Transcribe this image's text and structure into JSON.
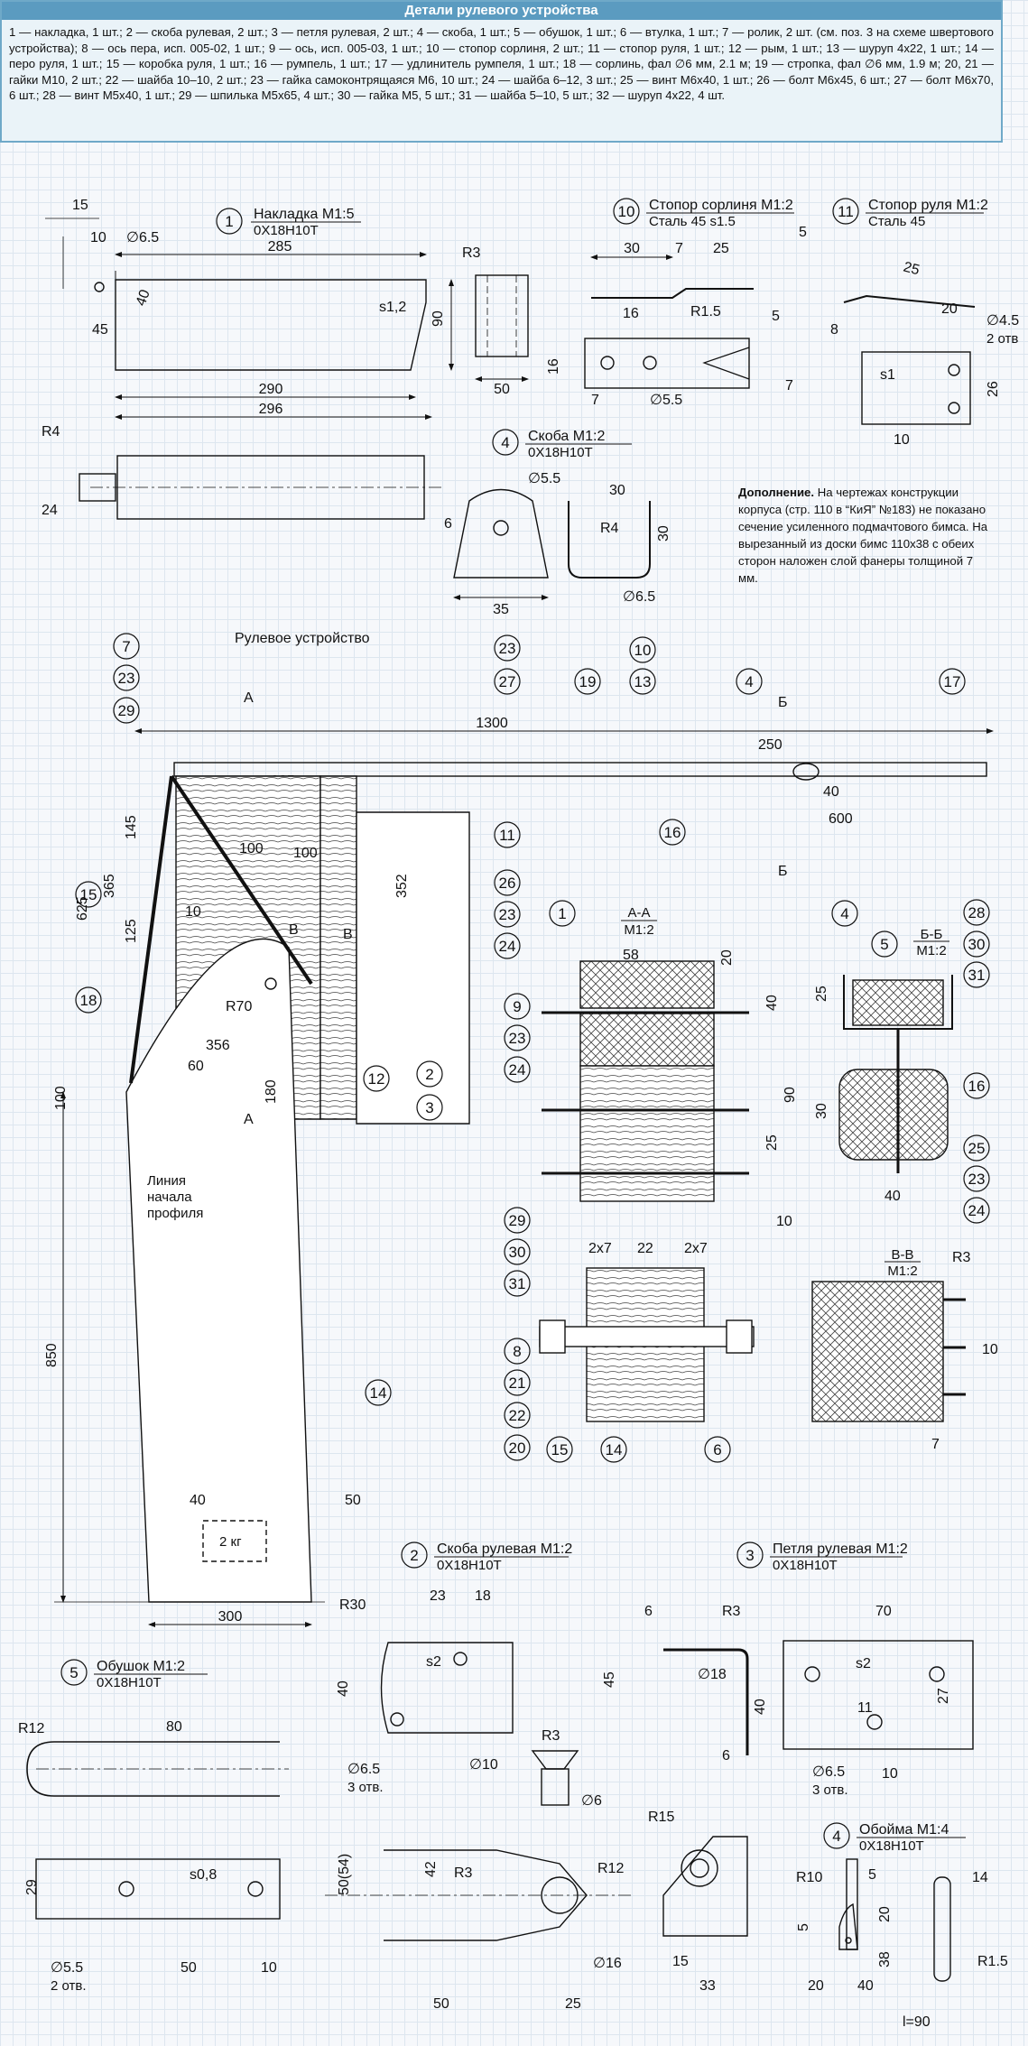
{
  "header": {
    "title": "Детали рулевого устройства",
    "text": "1 — накладка, 1 шт.; 2 — скоба рулевая, 2 шт.; 3 — петля рулевая, 2 шт.; 4 — скоба, 1 шт.; 5 — обушок, 1 шт.; 6 — втулка, 1 шт.; 7 — ролик, 2 шт. (см. поз. 3 на схеме швертового устройства); 8 — ось пера, исп. 005-02, 1 шт.; 9 — ось, исп. 005-03, 1 шт.; 10 — стопор сорлиня, 2 шт.; 11 — стопор руля, 1 шт.; 12 — рым, 1 шт.; 13 — шуруп 4x22, 1 шт.; 14 — перо руля, 1 шт.; 15 — коробка руля, 1 шт.; 16 — румпель, 1 шт.; 17 — удлинитель румпеля, 1 шт.; 18 — сорлинь, фал ∅6 мм, 2.1 м; 19 — стропка, фал ∅6 мм, 1.9 м; 20, 21 — гайки М10, 2 шт.; 22 — шайба 10–10, 2 шт.; 23 — гайка самоконтрящаяся М6, 10 шт.; 24 — шайба 6–12, 3 шт.; 25 — винт М6x40, 1 шт.; 26 — болт М6x45, 6 шт.; 27 — болт М6x70, 6 шт.; 28 — винт М5x40, 1 шт.; 29 — шпилька М5x65, 4 шт.; 30 — гайка М5, 5 шт.; 31 — шайба 5–10, 5 шт.; 32 — шуруп 4x22, 4 шт."
  },
  "note": {
    "lead": "Дополнение.",
    "text": " На чертежах конструкции корпуса (стр. 110 в “КиЯ” №183) не показано сечение усиленного подмачтового бимса. На вырезанный из доски бимс 110x38 с обеих сторон наложен слой фанеры толщиной 7 мм."
  },
  "titles": {
    "p1": "Накладка М1:5",
    "p1m": "0Х18Н10Т",
    "p10": "Стопор сорлиня М1:2",
    "p10m": "Сталь 45  s1.5",
    "p11": "Стопор руля М1:2",
    "p11m": "Сталь 45",
    "p4a": "Скоба М1:2",
    "p4am": "0Х18Н10Т",
    "main": "Рулевое устройство",
    "p2": "Скоба рулевая М1:2",
    "p2m": "0Х18Н10Т",
    "p3": "Петля рулевая М1:2",
    "p3m": "0Х18Н10Т",
    "p5": "Обушок М1:2",
    "p5m": "0Х18Н10Т",
    "p4b": "Обойма М1:4",
    "p4bm": "0Х18Н10Т",
    "secAA": "А-А",
    "secAAs": "М1:2",
    "secBB": "Б-Б",
    "secBBs": "М1:2",
    "secVV": "В-В",
    "secVVs": "М1:2"
  },
  "labels": {
    "line1": "Линия",
    "line2": "начала",
    "line3": "профиля",
    "weight": "2 кг",
    "l90": "l=90",
    "twoHoles": "2 отв.",
    "threeHoles": "3 отв.",
    "s12": "s1,2",
    "s1": "s1",
    "s2": "s2",
    "s08": "s0,8"
  }
}
